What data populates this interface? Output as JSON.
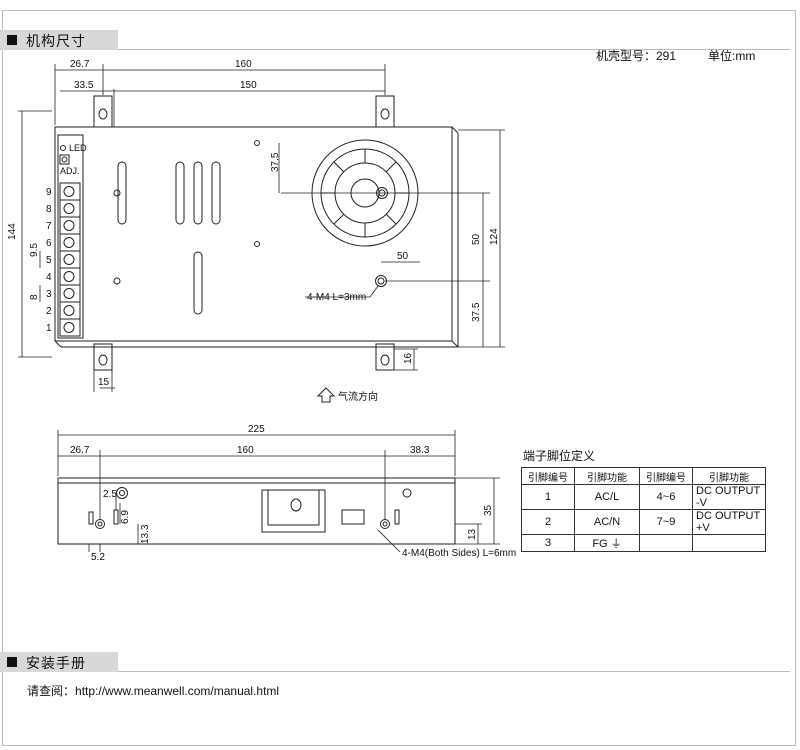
{
  "section1": {
    "title": "机构尺寸"
  },
  "case_no": "机壳型号：291",
  "unit": "单位:mm",
  "top_view": {
    "dims": {
      "d_26_7": "26.7",
      "d_160": "160",
      "d_33_5": "33.5",
      "d_150": "150",
      "d_144": "144",
      "d_37_5a": "37.5",
      "d_50v": "50",
      "d_124": "124",
      "d_37_5b": "37.5",
      "d_50h": "50",
      "d_9_5": "9.5",
      "d_8": "8",
      "d_15": "15",
      "d_16": "16"
    },
    "led_label": "LED",
    "adj_label": "ADJ.",
    "terminal_numbers": [
      "9",
      "8",
      "7",
      "6",
      "5",
      "4",
      "3",
      "2",
      "1"
    ],
    "screw_note": "4-M4 L=3mm",
    "airflow": "气流方向"
  },
  "side_view": {
    "dims": {
      "d_225": "225",
      "d_26_7": "26.7",
      "d_160": "160",
      "d_38_3": "38.3",
      "d_2_5": "2.5",
      "d_6_9": "6.9",
      "d_13_3": "13.3",
      "d_5_2": "5.2",
      "d_35": "35",
      "d_13": "13"
    },
    "screw_note": "4-M4(Both Sides) L=6mm"
  },
  "pin_table": {
    "title": "端子脚位定义",
    "headers": [
      "引脚编号",
      "引脚功能",
      "引脚编号",
      "引脚功能"
    ],
    "rows": [
      [
        "1",
        "AC/L",
        "4~6",
        "DC OUTPUT -V"
      ],
      [
        "2",
        "AC/N",
        "7~9",
        "DC OUTPUT +V"
      ],
      [
        "3",
        "FG ⏚",
        "",
        ""
      ]
    ]
  },
  "section2": {
    "title": "安装手册"
  },
  "manual": {
    "label": "请查阅：",
    "url": "http://www.meanwell.com/manual.html"
  }
}
